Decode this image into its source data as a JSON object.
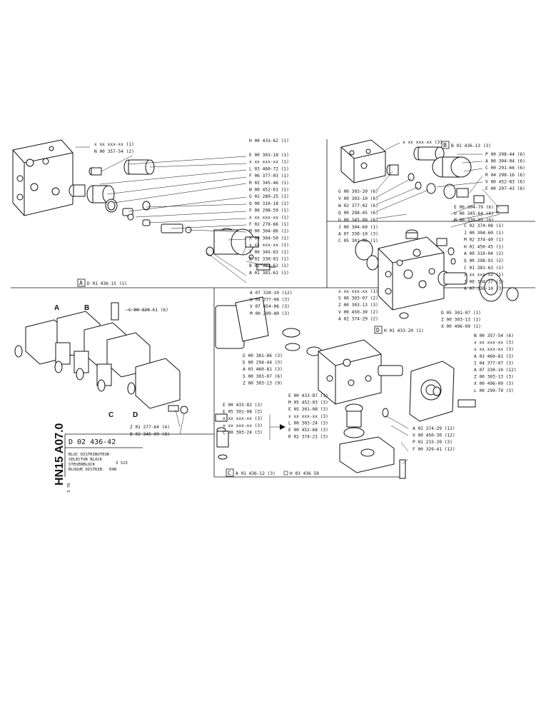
{
  "header": {
    "top_ref": "H 00 433-62 (1)",
    "box_b": "B",
    "box_b_ref": "B 01 436-13 (3)",
    "box_a": "A",
    "box_a_ref": "D 01 436-15 (1)",
    "box_d": "D",
    "box_d_ref": "H 01 433-20 (1)",
    "box_c": "C",
    "box_c_ref": "A 01 436-12 (3)",
    "box_c_extra": "H 03 436 58"
  },
  "title_block": {
    "vertical_code": "HN15 A07.0",
    "doc_number": "D 02 436-42",
    "line1": "BLOC DISTRIBUTEUR",
    "line2": "SELECTOR BLOCK",
    "line3": "STEUERBLOCK",
    "line4": "BLOQUE DISTRIB. 'DOR",
    "model": "3 S15",
    "side_mark": "3 76"
  },
  "assembly_letters": [
    "A",
    "B",
    "C",
    "D"
  ],
  "labels_top_left": [
    "x xx xxx-xx (1)",
    "N 00 357-54 (2)"
  ],
  "labels_center_col": [
    "E 00 303-18 (1)",
    "x xx xxx-xx (1)",
    "L 03 460-72 (1)",
    "F 06 377-03 (1)",
    "R 02 345-46 (1)",
    "W 00 452-61 (1)",
    "G 02 289-25 (1)",
    "Q 00 310-18 (1)",
    "F 00 298-59 (1)",
    "x xx xxx-xx (1)",
    "F 02 278-66 (1)",
    "M 00 304-86 (1)",
    "X 00 304-50 (1)",
    "x xx xxx-xx (1)",
    "T 00 345-63 (1)",
    "Z 02 330-81 (1)",
    "B 01 381-62 (1)",
    "A 01 381-61 (1)"
  ],
  "labels_top_right_left": [
    "x xx xxx-xx (3)"
  ],
  "labels_top_right_col": [
    "P 00 298-44 (6)",
    "A 00 304-04 (6)",
    "C 00 291-66 (6)",
    "R 04 298-16 (6)",
    "V 00 452-83 (6)",
    "E 00 297-43 (6)"
  ],
  "labels_mid_right_left": [
    "G 00 303-20 (6)",
    "V 00 303-10 (6)",
    "W 02 377-02 (6)",
    "Q 00 298-45 (6)",
    "U 00 345-08 (6)"
  ],
  "labels_mid_right_bottom": [
    "E 00 304-79 (6)",
    "U 00 345-64 (6)",
    "M 00 330-85 (6)"
  ],
  "labels_d_left": [
    "J 00 304-60 (1)",
    "A 07 330-10 (3)",
    "C 05 301-06 (1)"
  ],
  "labels_d_right": [
    "C 02 374-08 (1)",
    "J 00 304-60 (1)",
    "M 02 374-40 (1)",
    "H 01 450-45 (1)",
    "A 00 310-04 (2)",
    "Q 00 298-91 (2)",
    "C 01 381-63 (1)",
    "x xx xxx-xx (1)",
    "J 00 304-37 (1)",
    "A 07 330-10 (3)"
  ],
  "labels_d_lower_left": [
    "x xx xxx-xx (1)",
    "S 00 303-07 (2)",
    "Z 00 303-13 (3)",
    "V 00 450-30 (2)",
    "A 02 374-29 (2)"
  ],
  "labels_d_lower_right": [
    "D 05 301-07 (1)",
    "Z 00 303-13 (1)",
    "X 00 496-09 (1)"
  ],
  "labels_a_block": [
    "C 00 329-61 (6)"
  ],
  "labels_a_bottom": [
    "Z 01 277-64 (4)",
    "B 02 345-09 (8)"
  ],
  "labels_c_left": [
    "A 07 330-10 (12)",
    "U 04 377-08 (3)",
    "V 07 454-06 (3)",
    "M 00 299-80 (3)"
  ],
  "labels_c_left_lower": [
    "G 00 381-86 (3)",
    "E 00 294-44 (3)",
    "A 03 460-81 (3)",
    "S 00 303-07 (6)",
    "Z 00 303-13 (9)"
  ],
  "labels_c_right": [
    "N 00 357-54 (6)",
    "x xx xxx-xx (3)",
    "x xx xxx-xx (3)",
    "A 03 460-81 (3)",
    "I 04 377-07 (3)",
    "A 07 330-10 (12)",
    "Z 00 303-13 (3)",
    "X 00 496-09 (3)",
    "L 00 299-79 (3)"
  ],
  "labels_c_bottom_left": [
    "E 00 433-82 (3)",
    "E 05 301-08 (3)",
    "x xx xxx-xx (3)",
    "x xx xxx-xx (3)",
    "L 00 303-24 (3)"
  ],
  "labels_c_bottom_center": [
    "E 00 433-87 (3)",
    "M 05 452-03 (3)",
    "E 05 301-08 (3)",
    "x xx xxx-xx (3)",
    "L 00 303-24 (3)",
    "E 00 452-68 (3)",
    "R 02 374-21 (3)"
  ],
  "labels_c_bottom_right": [
    "A 02 374-29 (12)",
    "V 00 450-30 (12)",
    "P 01 233-39 (3)",
    "F 00 329-41 (12)"
  ]
}
